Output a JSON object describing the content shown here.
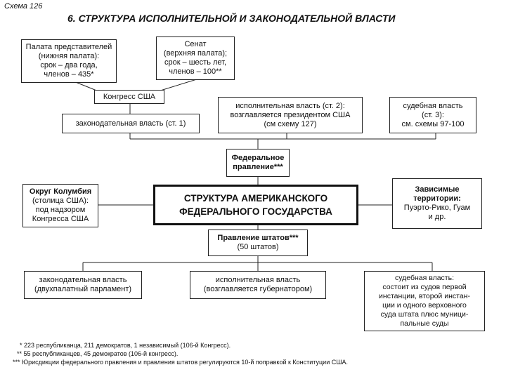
{
  "scheme_label": "Схема 126",
  "title": "6. СТРУКТУРА ИСПОЛНИТЕЛЬНОЙ И ЗАКОНОДАТЕЛЬНОЙ ВЛАСТИ",
  "house": [
    "Палата представителей",
    "(нижняя палата):",
    "срок – два года,",
    "членов – 435*"
  ],
  "senate": [
    "Сенат",
    "(верхняя палата);",
    "срок – шесть лет,",
    "членов – 100**"
  ],
  "congress": "Конгресс США",
  "legislative": "законодательная власть (ст. 1)",
  "executive": [
    "исполнительная власть (ст. 2):",
    "возглавляется президентом США",
    "(см схему 127)"
  ],
  "judicial": [
    "судебная власть",
    "(ст. 3):",
    "см. схемы 97-100"
  ],
  "federal_gov": [
    "Федеральное",
    "правление***"
  ],
  "dc": [
    "Округ Колумбия",
    "(столица США):",
    "под надзором",
    "Конгресса США"
  ],
  "main_title": [
    "СТРУКТУРА АМЕРИКАНСКОГО",
    "ФЕДЕРАЛЬНОГО ГОСУДАРСТВА"
  ],
  "territories": [
    "Зависимые",
    "территории:",
    "Пуэрто-Рико, Гуам",
    "и др."
  ],
  "state_gov": [
    "Правление штатов***",
    "(50 штатов)"
  ],
  "state_legislative": [
    "законодательная власть",
    "(двухпалатный парламент)"
  ],
  "state_executive": [
    "исполнительная власть",
    "(возглавляется губернатором)"
  ],
  "state_judicial": [
    "судебная власть:",
    "состоит из судов первой",
    "инстанции, второй инстан-",
    "ции и одного верховного",
    "суда штата плюс муници-",
    "пальные суды"
  ],
  "footnotes": [
    "* 223 республиканца, 211 демократов, 1 независимый (106-й Конгресс).",
    "** 55 республиканцев, 45 демократов (106-й конгресс).",
    "*** Юрисдикции федерального правления и правления штатов регулируются 10-й поправкой к Конституции США."
  ]
}
